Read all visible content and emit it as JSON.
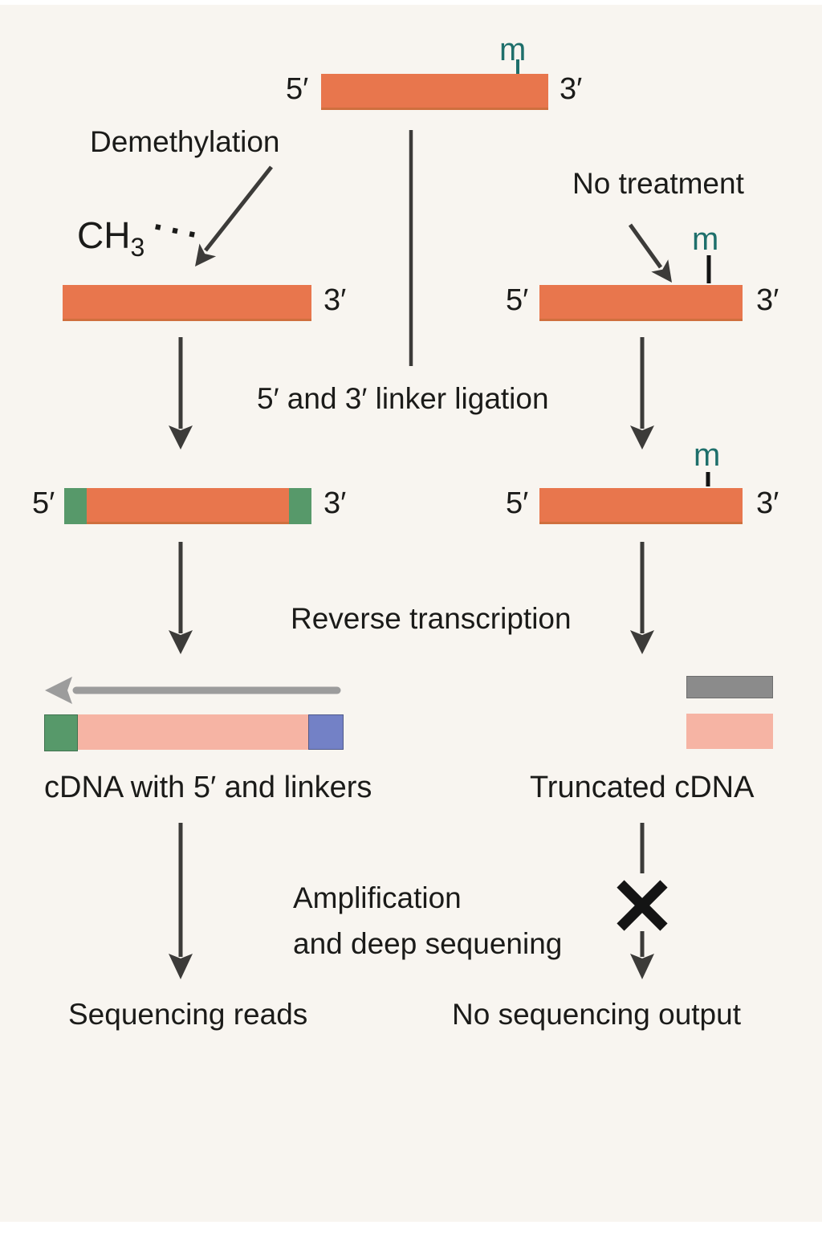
{
  "colors": {
    "background": "#f8f5f0",
    "rna-bar": "#e8764d",
    "linker-green": "#57996a",
    "cdna-pink": "#f6b4a4",
    "linker-blue": "#7381c6",
    "truncated-gray": "#8b8b8b",
    "rt-gray": "#9c9c9c",
    "methyl-teal": "#1e6f6b",
    "arrow-dark": "#3c3b39",
    "cross-black": "#141414",
    "text": "#1b1b19"
  },
  "top_strand": {
    "five_prime": "5′",
    "three_prime": "3′",
    "methyl": "m"
  },
  "left_branch": {
    "label": "Demethylation",
    "ch3": {
      "main": "CH",
      "sub": "3",
      "dots": "···"
    },
    "strand_after_treatment": {
      "three_prime": "3′"
    },
    "strand_ligated": {
      "five_prime": "5′",
      "three_prime": "3′"
    },
    "cdna_label": "cDNA with 5′ and linkers",
    "result": "Sequencing reads"
  },
  "right_branch": {
    "label": "No treatment",
    "strand_after_treatment": {
      "five_prime": "5′",
      "three_prime": "3′",
      "methyl": "m"
    },
    "strand_ligated": {
      "five_prime": "5′",
      "three_prime": "3′",
      "methyl": "m"
    },
    "cdna_label": "Truncated cDNA",
    "result": "No sequencing output"
  },
  "steps": {
    "ligation": "5′ and 3′ linker ligation",
    "reverse_transcription": "Reverse transcription",
    "amplification_line1": "Amplification",
    "amplification_line2": "and deep sequening"
  }
}
